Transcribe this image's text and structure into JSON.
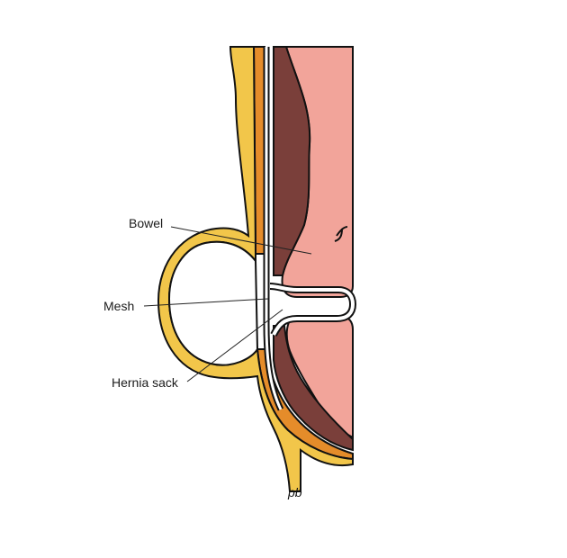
{
  "labels": {
    "bowel": "Bowel",
    "mesh": "Mesh",
    "hernia_sack": "Hernia sack"
  },
  "signature": "pb",
  "colors": {
    "background": "#ffffff",
    "skin_fat": "#f2c64a",
    "fascia_orange": "#e58c2a",
    "muscle_dark": "#7a3f3a",
    "bowel_pink": "#f2a49a",
    "bowel_light": "#f7b9ae",
    "outline": "#111111",
    "mesh_white": "#ffffff"
  }
}
